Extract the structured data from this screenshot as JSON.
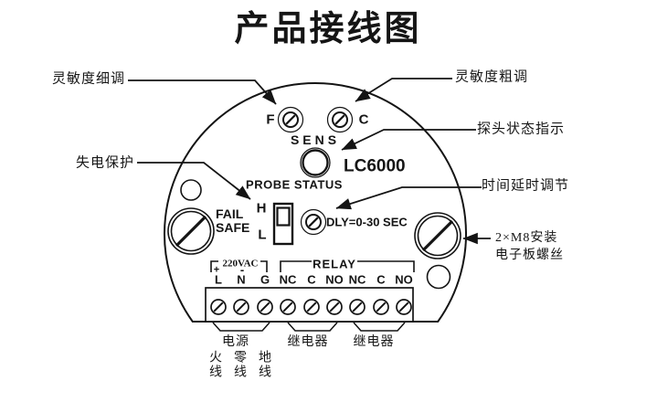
{
  "title": "产品接线图",
  "callouts": {
    "fine_sensitivity": "灵敏度细调",
    "coarse_sensitivity": "灵敏度粗调",
    "probe_status_indicator": "探头状态指示",
    "power_failure_protection": "失电保护",
    "time_delay_adjust": "时间延时调节",
    "mounting_screws_line1": "2×M8安装",
    "mounting_screws_line2": "电子板螺丝"
  },
  "board": {
    "model": "LC6000",
    "fine_pot": "F",
    "coarse_pot": "C",
    "sens_label": "SENS",
    "probe_status_label": "PROBE STATUS",
    "fail_label": "FAIL",
    "safe_label": "SAFE",
    "switch_high": "H",
    "switch_low": "L",
    "delay_label": "DLY=0-30 SEC",
    "voltage_label": "220VAC",
    "relay_label": "RELAY",
    "plus": "+",
    "minus": "-",
    "terminals": [
      "L",
      "N",
      "G",
      "NC",
      "C",
      "NO",
      "NC",
      "C",
      "NO"
    ]
  },
  "terminal_groups": {
    "power": "电源",
    "relay1": "继电器",
    "relay2": "继电器",
    "live_wire": "火线",
    "neutral_wire": "零线",
    "ground_wire": "地线"
  }
}
